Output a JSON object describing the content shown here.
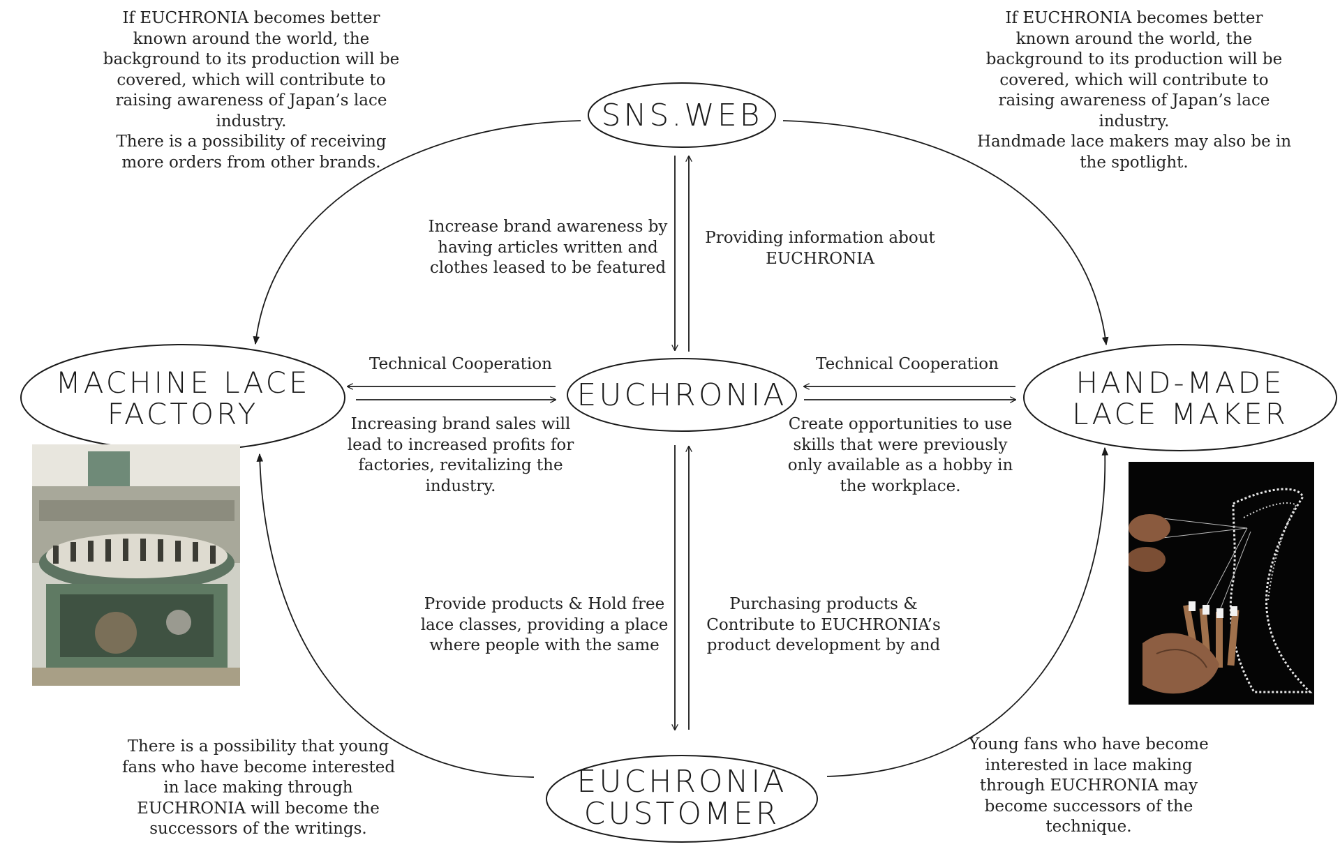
{
  "nodes": {
    "sns_web": [
      "SNS.WEB"
    ],
    "euchronia": [
      "EUCHRONIA"
    ],
    "machine_lace_factory": [
      "MACHINE LACE",
      "FACTORY"
    ],
    "handmade_lace_maker": [
      "HAND-MADE",
      "LACE MAKER"
    ],
    "euchronia_customer": [
      "EUCHRONIA",
      "CUSTOMER"
    ]
  },
  "notes": {
    "factory_top": [
      "If EUCHRONIA becomes better",
      "known around the world, the",
      "background to its production will be",
      "covered, which will contribute to",
      "raising awareness of Japan’s lace",
      "industry.",
      "There is a possibility of receiving",
      "more orders from other brands."
    ],
    "maker_top": [
      "If EUCHRONIA becomes better",
      "known around the world, the",
      "background to its production will be",
      "covered, which will contribute to",
      "raising awareness of Japan’s lace",
      "industry.",
      "Handmade lace makers may also be in",
      "the spotlight."
    ],
    "to_sns": [
      "Increase brand awareness by",
      "having articles written and",
      "clothes leased to be featured"
    ],
    "from_sns": [
      "Providing information about",
      "EUCHRONIA"
    ],
    "tech_left": [
      "Technical Cooperation"
    ],
    "tech_right": [
      "Technical Cooperation"
    ],
    "factory_benefit": [
      "Increasing brand sales will",
      "lead to increased profits for",
      "factories, revitalizing the",
      "industry."
    ],
    "maker_benefit": [
      "Create opportunities to use",
      "skills that were previously",
      "only available as a hobby in",
      "the workplace."
    ],
    "to_customer": [
      "Provide products & Hold free",
      "lace classes, providing a place",
      "where people with the same"
    ],
    "from_customer": [
      "Purchasing products &",
      "Contribute to EUCHRONIA’s",
      "product development by  and"
    ],
    "factory_bottom": [
      "There is a possibility that young",
      "fans who have become interested",
      "in lace making through",
      "EUCHRONIA will become the",
      "successors of the writings."
    ],
    "maker_bottom": [
      "Young fans who have become",
      "interested in lace making",
      "through EUCHRONIA may",
      "become successors of the",
      "technique."
    ]
  },
  "images": {
    "factory_photo": "machine-lace-factory-photo",
    "lace_photo": "bobbin-lace-hands-photo"
  }
}
